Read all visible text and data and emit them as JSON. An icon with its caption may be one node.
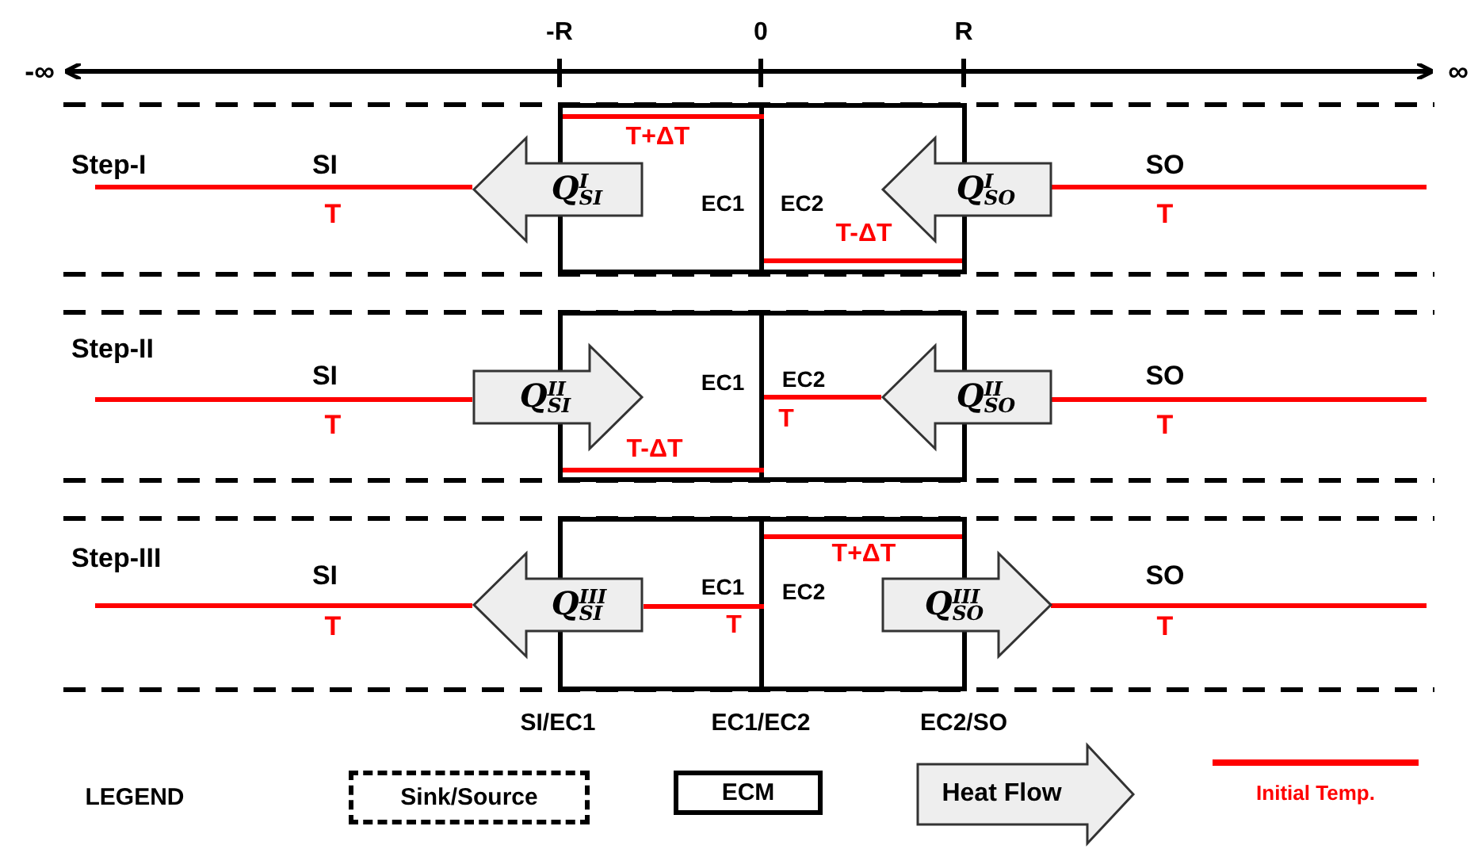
{
  "diagram": {
    "nodes": [
      {
        "text": [
          "Q$^{I}$$_{SI}$"
        ]
      },
      {
        "text": [
          "EC1"
        ]
      },
      {
        "text": [
          "EC2"
        ]
      },
      {
        "text": [
          "Q$^{I}$$_{SO}$"
        ]
      },
      {
        "text": [
          "Q$^{II}$$_{SI}$"
        ]
      },
      {
        "text": [
          "EC1"
        ]
      },
      {
        "text": [
          "EC2"
        ]
      },
      {
        "text": [
          "Q$^{II}$$_{SO}$"
        ]
      },
      {
        "text": [
          "Q$^{III}$$_{SI}$"
        ]
      },
      {
        "text": [
          "EC1"
        ]
      },
      {
        "text": [
          "EC2"
        ]
      },
      {
        "text": [
          "Q$^{III}$$_{SO}$"
        ]
      }
    ],
    "edges": [],
    "labels": [
      "-∞",
      "-R",
      "0",
      "R",
      "∞",
      "Step-I",
      "T+ΔT",
      "SI",
      "SO",
      "T",
      "T-ΔT",
      "T",
      "Step-II",
      "SI",
      "SO",
      "T",
      "T",
      "T",
      "T-ΔT",
      "Step-III",
      "T+ΔT",
      "SI",
      "SO",
      "T",
      "T",
      "T",
      "SI/EC1",
      "EC1/EC2",
      "EC2/SO",
      "LEGEND"
    ],
    "legend": [
      {
        "text": "Sink/Source"
      },
      {
        "text": "ECM"
      },
      {
        "text": "Heat Flow"
      },
      {
        "text": "Initial Temp."
      }
    ]
  }
}
